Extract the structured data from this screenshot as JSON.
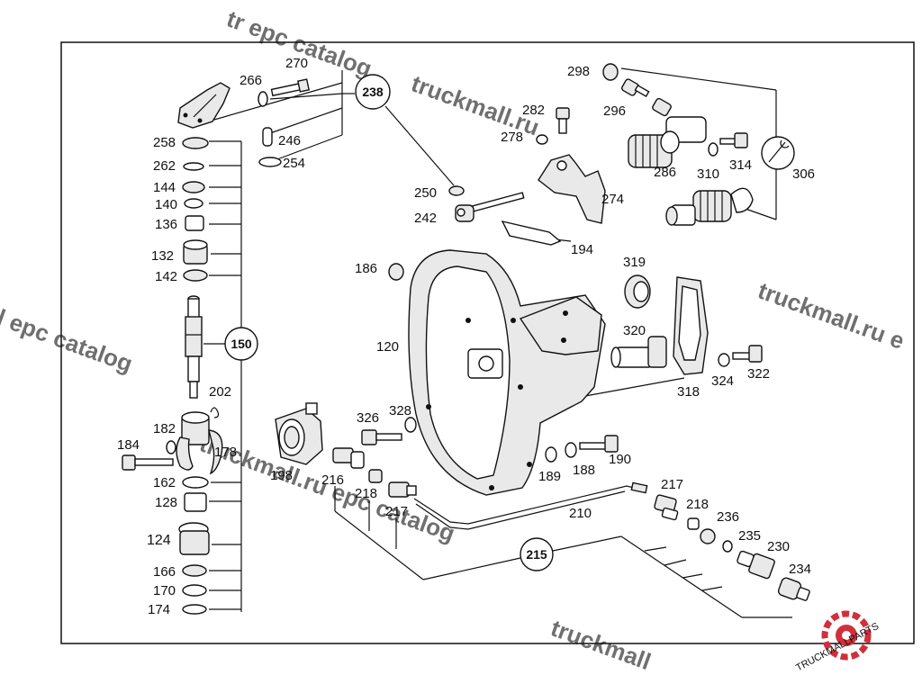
{
  "watermark": "truckmall.ru epc catalog",
  "watermark_parts": {
    "w1": "tr epc catalog",
    "w2": "truckmall.ru",
    "w3": "truckmall.ru e",
    "w4": "l epc catalog",
    "w5": "truckmall.ru epc catalog",
    "w6": "truckmall"
  },
  "logo_text": "TRUCKMALLPARTS",
  "labels": {
    "p270": "270",
    "p266": "266",
    "p238": "238",
    "p246": "246",
    "p254": "254",
    "p258": "258",
    "p262": "262",
    "p144": "144",
    "p140": "140",
    "p136": "136",
    "p132": "132",
    "p142": "142",
    "p150": "150",
    "p202": "202",
    "p182": "182",
    "p178": "178",
    "p184": "184",
    "p162": "162",
    "p128": "128",
    "p124": "124",
    "p166": "166",
    "p170": "170",
    "p174": "174",
    "p298": "298",
    "p296": "296",
    "p282": "282",
    "p278": "278",
    "p286": "286",
    "p310": "310",
    "p314": "314",
    "p306": "306",
    "p250": "250",
    "p242": "242",
    "p274": "274",
    "p194": "194",
    "p186": "186",
    "p319": "319",
    "p120": "120",
    "p320": "320",
    "p324": "324",
    "p322": "322",
    "p318": "318",
    "p326": "326",
    "p328": "328",
    "p198": "198",
    "p216": "216",
    "p218a": "218",
    "p217a": "217",
    "p189": "189",
    "p188": "188",
    "p190": "190",
    "p210": "210",
    "p217b": "217",
    "p218b": "218",
    "p236": "236",
    "p235": "235",
    "p230": "230",
    "p234": "234",
    "p215": "215"
  }
}
